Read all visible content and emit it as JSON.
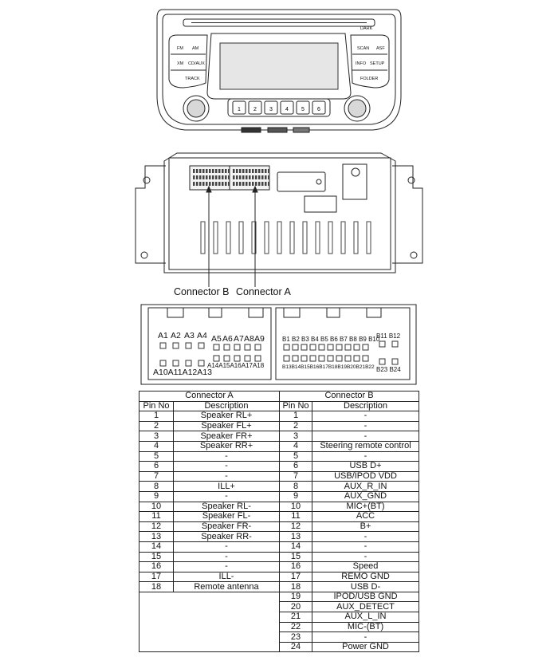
{
  "head_unit": {
    "buttons_left": [
      "FM",
      "AM",
      "XM",
      "CD/AUX",
      "TRACK"
    ],
    "buttons_right": [
      "DARK",
      "SCAN",
      "ASF",
      "INFO",
      "SETUP",
      "FOLDER"
    ],
    "presets": [
      "1",
      "2",
      "3",
      "4",
      "5",
      "6"
    ]
  },
  "callouts": {
    "connector_b": "Connector B",
    "connector_a": "Connector A"
  },
  "pinout": {
    "a_top": [
      "A1",
      "A2",
      "A3",
      "A4"
    ],
    "a_mid": [
      "A5",
      "A6",
      "A7",
      "A8",
      "A9"
    ],
    "a_bottom_left": "A10A11A12A13",
    "a_bottom_right": "A14A15A16A17A18",
    "b_top": "B1 B2 B3 B4 B5 B6 B7 B8 B9 B10",
    "b_top_right": "B11 B12",
    "b_bottom": "B13B14B15B16B17B18B19B20B21B22",
    "b_bottom_right": "B23 B24"
  },
  "table": {
    "header_a": "Connector A",
    "header_b": "Connector B",
    "col_pin": "Pin No",
    "col_desc": "Description",
    "connector_a": [
      {
        "pin": "1",
        "desc": "Speaker RL+"
      },
      {
        "pin": "2",
        "desc": "Speaker FL+"
      },
      {
        "pin": "3",
        "desc": "Speaker FR+"
      },
      {
        "pin": "4",
        "desc": "Speaker RR+"
      },
      {
        "pin": "5",
        "desc": "-"
      },
      {
        "pin": "6",
        "desc": "-"
      },
      {
        "pin": "7",
        "desc": "-"
      },
      {
        "pin": "8",
        "desc": "ILL+"
      },
      {
        "pin": "9",
        "desc": "-"
      },
      {
        "pin": "10",
        "desc": "Speaker RL-"
      },
      {
        "pin": "11",
        "desc": "Speaker FL-"
      },
      {
        "pin": "12",
        "desc": "Speaker FR-"
      },
      {
        "pin": "13",
        "desc": "Speaker RR-"
      },
      {
        "pin": "14",
        "desc": "-"
      },
      {
        "pin": "15",
        "desc": "-"
      },
      {
        "pin": "16",
        "desc": "-"
      },
      {
        "pin": "17",
        "desc": "ILL-"
      },
      {
        "pin": "18",
        "desc": "Remote antenna"
      }
    ],
    "connector_b": [
      {
        "pin": "1",
        "desc": "-"
      },
      {
        "pin": "2",
        "desc": "-"
      },
      {
        "pin": "3",
        "desc": "-"
      },
      {
        "pin": "4",
        "desc": "Steering remote control"
      },
      {
        "pin": "5",
        "desc": "-"
      },
      {
        "pin": "6",
        "desc": "USB D+"
      },
      {
        "pin": "7",
        "desc": "USB/IPOD VDD"
      },
      {
        "pin": "8",
        "desc": "AUX_R_IN"
      },
      {
        "pin": "9",
        "desc": "AUX_GND"
      },
      {
        "pin": "10",
        "desc": "MIC+(BT)"
      },
      {
        "pin": "11",
        "desc": "ACC"
      },
      {
        "pin": "12",
        "desc": "B+"
      },
      {
        "pin": "13",
        "desc": "-"
      },
      {
        "pin": "14",
        "desc": "-"
      },
      {
        "pin": "15",
        "desc": "-"
      },
      {
        "pin": "16",
        "desc": "Speed"
      },
      {
        "pin": "17",
        "desc": "REMO GND"
      },
      {
        "pin": "18",
        "desc": "USB D-"
      },
      {
        "pin": "19",
        "desc": "IPOD/USB GND"
      },
      {
        "pin": "20",
        "desc": "AUX_DETECT"
      },
      {
        "pin": "21",
        "desc": "AUX_L_IN"
      },
      {
        "pin": "22",
        "desc": "MIC-(BT)"
      },
      {
        "pin": "23",
        "desc": "-"
      },
      {
        "pin": "24",
        "desc": "Power GND"
      }
    ]
  }
}
